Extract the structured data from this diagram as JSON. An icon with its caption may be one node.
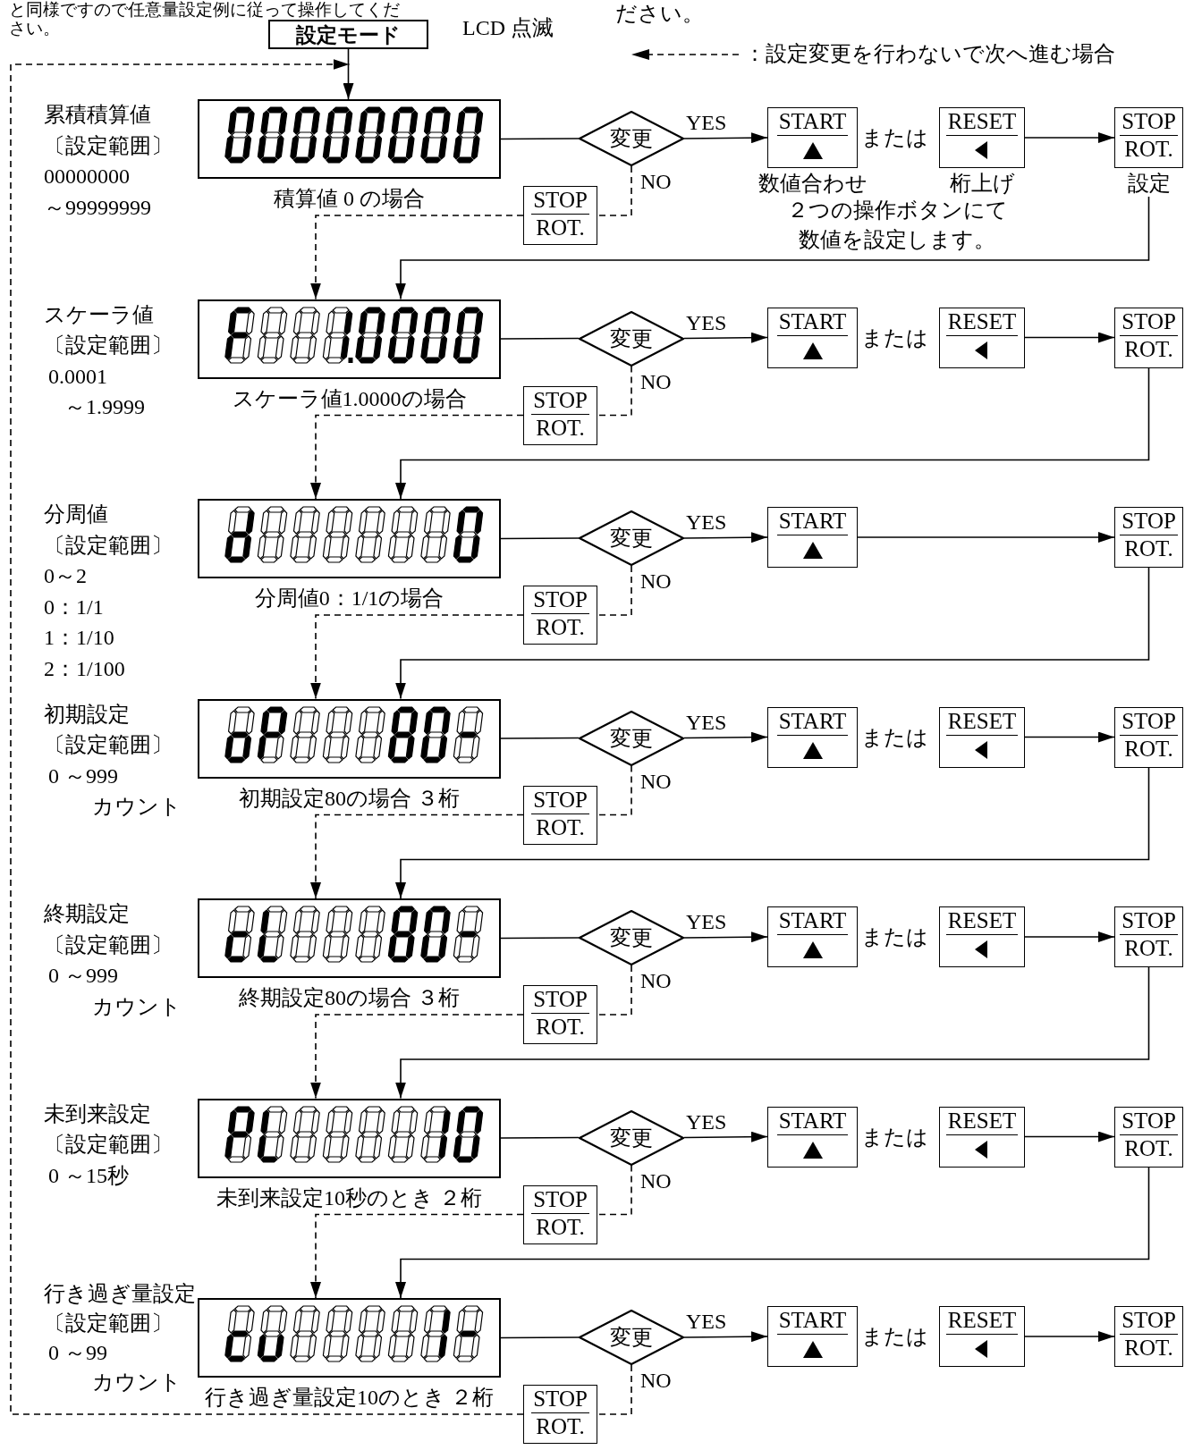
{
  "diagram": {
    "nodes": [
      {
        "text": [
          "設定モード"
        ]
      },
      {
        "text": [],
        "shape": "box",
        "beside": [
          "積算値 0 の場合"
        ]
      },
      {
        "text": [
          "変更"
        ]
      },
      {
        "text": [
          "START"
        ],
        "beside": [
          "数値合わせ"
        ]
      },
      {
        "text": [
          "RESET"
        ],
        "beside": [
          "桁上げ"
        ]
      },
      {
        "text": [
          "STOP",
          "ROT."
        ],
        "beside": [
          "設定"
        ]
      },
      {
        "text": [
          "STOP",
          "ROT."
        ]
      },
      {
        "text": [],
        "shape": "box",
        "beside": [
          "スケーラ値1.0000の場合"
        ]
      },
      {
        "text": [
          "変更"
        ]
      },
      {
        "text": [
          "START"
        ]
      },
      {
        "text": [
          "RESET"
        ]
      },
      {
        "text": [
          "STOP",
          "ROT."
        ]
      },
      {
        "text": [
          "STOP",
          "ROT."
        ]
      },
      {
        "text": [],
        "shape": "box",
        "beside": [
          "分周値0：1/1の場合"
        ]
      },
      {
        "text": [
          "変更"
        ]
      },
      {
        "text": [
          "START"
        ]
      },
      {
        "text": [
          "STOP",
          "ROT."
        ]
      },
      {
        "text": [
          "STOP",
          "ROT."
        ]
      },
      {
        "text": [],
        "shape": "box",
        "beside": [
          "初期設定80の場合 ３桁"
        ]
      },
      {
        "text": [
          "変更"
        ]
      },
      {
        "text": [
          "START"
        ]
      },
      {
        "text": [
          "RESET"
        ]
      },
      {
        "text": [
          "STOP",
          "ROT."
        ]
      },
      {
        "text": [
          "STOP",
          "ROT."
        ]
      },
      {
        "text": [],
        "shape": "box",
        "beside": [
          "終期設定80の場合 ３桁"
        ]
      },
      {
        "text": [
          "変更"
        ]
      },
      {
        "text": [
          "START"
        ]
      },
      {
        "text": [
          "RESET"
        ]
      },
      {
        "text": [
          "STOP",
          "ROT."
        ]
      },
      {
        "text": [
          "STOP",
          "ROT."
        ]
      },
      {
        "text": [],
        "shape": "box",
        "beside": [
          "未到来設定10秒のとき ２桁"
        ]
      },
      {
        "text": [
          "変更"
        ]
      },
      {
        "text": [
          "START"
        ]
      },
      {
        "text": [
          "RESET"
        ]
      },
      {
        "text": [
          "STOP",
          "ROT."
        ]
      },
      {
        "text": [
          "STOP",
          "ROT."
        ]
      },
      {
        "text": [],
        "shape": "box",
        "beside": [
          "行き過ぎ量設定10のとき ２桁"
        ]
      },
      {
        "text": [
          "変更"
        ]
      },
      {
        "text": [
          "START"
        ]
      },
      {
        "text": [
          "RESET"
        ]
      },
      {
        "text": [
          "STOP",
          "ROT."
        ]
      },
      {
        "text": [
          "STOP",
          "ROT."
        ]
      }
    ],
    "edges": [
      {
        "from": 0,
        "to": 1,
        "arrow": "to"
      },
      {
        "from": 1,
        "to": 2,
        "arrow": "none"
      },
      {
        "from": 2,
        "to": 3,
        "arrow": "to",
        "label": "YES"
      },
      {
        "from": 4,
        "to": 5,
        "arrow": "to"
      },
      {
        "from": 2,
        "to": 6,
        "arrow": "none",
        "label": "NO",
        "style": "dashed"
      },
      {
        "from": 6,
        "to": 7,
        "arrow": "to",
        "style": "dashed"
      },
      {
        "from": 5,
        "to": 7,
        "arrow": "to"
      },
      {
        "from": 7,
        "to": 8,
        "arrow": "none"
      },
      {
        "from": 8,
        "to": 9,
        "arrow": "to",
        "label": "YES"
      },
      {
        "from": 10,
        "to": 11,
        "arrow": "to"
      },
      {
        "from": 8,
        "to": 12,
        "arrow": "none",
        "label": "NO",
        "style": "dashed"
      },
      {
        "from": 12,
        "to": 13,
        "arrow": "to",
        "style": "dashed"
      },
      {
        "from": 11,
        "to": 13,
        "arrow": "to"
      },
      {
        "from": 13,
        "to": 14,
        "arrow": "none"
      },
      {
        "from": 14,
        "to": 15,
        "arrow": "to",
        "label": "YES"
      },
      {
        "from": 15,
        "to": 16,
        "arrow": "to"
      },
      {
        "from": 14,
        "to": 17,
        "arrow": "none",
        "label": "NO",
        "style": "dashed"
      },
      {
        "from": 17,
        "to": 18,
        "arrow": "to",
        "style": "dashed"
      },
      {
        "from": 16,
        "to": 18,
        "arrow": "to"
      },
      {
        "from": 18,
        "to": 19,
        "arrow": "none"
      },
      {
        "from": 19,
        "to": 20,
        "arrow": "to",
        "label": "YES"
      },
      {
        "from": 21,
        "to": 22,
        "arrow": "to"
      },
      {
        "from": 19,
        "to": 23,
        "arrow": "none",
        "label": "NO",
        "style": "dashed"
      },
      {
        "from": 23,
        "to": 24,
        "arrow": "to",
        "style": "dashed"
      },
      {
        "from": 22,
        "to": 24,
        "arrow": "to"
      },
      {
        "from": 24,
        "to": 25,
        "arrow": "none"
      },
      {
        "from": 25,
        "to": 26,
        "arrow": "to",
        "label": "YES"
      },
      {
        "from": 27,
        "to": 28,
        "arrow": "to"
      },
      {
        "from": 25,
        "to": 29,
        "arrow": "none",
        "label": "NO",
        "style": "dashed"
      },
      {
        "from": 29,
        "to": 30,
        "arrow": "to",
        "style": "dashed"
      },
      {
        "from": 28,
        "to": 30,
        "arrow": "to"
      },
      {
        "from": 30,
        "to": 31,
        "arrow": "none"
      },
      {
        "from": 31,
        "to": 32,
        "arrow": "to",
        "label": "YES"
      },
      {
        "from": 33,
        "to": 34,
        "arrow": "to"
      },
      {
        "from": 31,
        "to": 35,
        "arrow": "none",
        "label": "NO",
        "style": "dashed"
      },
      {
        "from": 35,
        "to": 36,
        "arrow": "to",
        "style": "dashed"
      },
      {
        "from": 34,
        "to": 36,
        "arrow": "to"
      },
      {
        "from": 36,
        "to": 37,
        "arrow": "none"
      },
      {
        "from": 37,
        "to": 38,
        "arrow": "to",
        "label": "YES"
      },
      {
        "from": 39,
        "to": 40,
        "arrow": "to"
      },
      {
        "from": 37,
        "to": 41,
        "arrow": "none",
        "label": "NO",
        "style": "dashed"
      },
      {
        "from": 41,
        "to": 1,
        "arrow": "to",
        "style": "dashed"
      }
    ],
    "labels": [
      "と同様ですので任意量設定例に従って操作してください。",
      "LCD 点滅",
      "ださい。",
      "累積積算値",
      "〔設定範囲〕",
      "00000000",
      "～99999999",
      "または",
      "２つの操作ボタンにて数値を設定します。",
      "スケーラ値",
      "〔設定範囲〕",
      "0.0001",
      "～1.9999",
      "または",
      "分周値",
      "〔設定範囲〕",
      "0～2",
      "0：1/1",
      "1：1/10",
      "2：1/100",
      "初期設定",
      "〔設定範囲〕",
      "0 ～999",
      "カウント",
      "または",
      "終期設定",
      "〔設定範囲〕",
      "0 ～999",
      "カウント",
      "または",
      "未到来設定",
      "〔設定範囲〕",
      "0 ～15秒",
      "または",
      "行き過ぎ量設定",
      "〔設定範囲〕",
      "0 ～99",
      "カウント",
      "または"
    ],
    "legend": [
      {
        "text": "：設定変更を行わないで次へ進む場合"
      }
    ]
  }
}
